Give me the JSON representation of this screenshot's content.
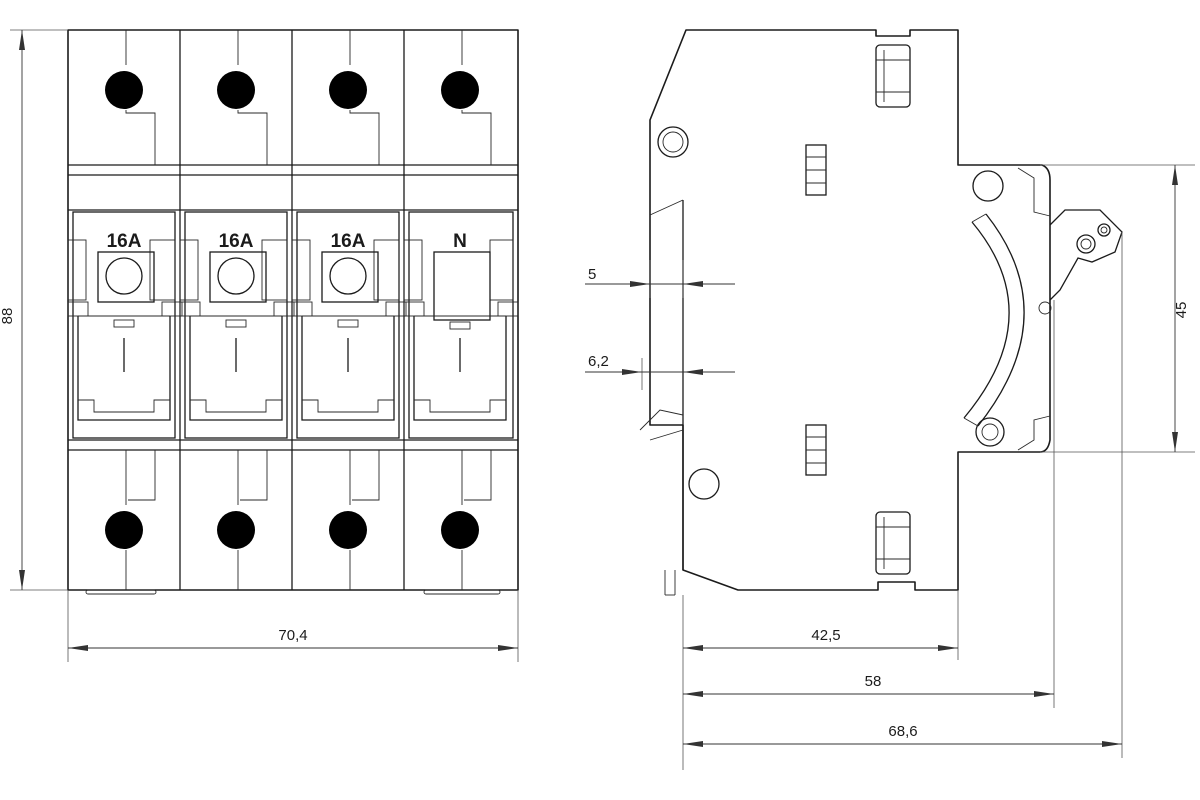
{
  "front_view": {
    "poles": [
      {
        "rating": "16A"
      },
      {
        "rating": "16A"
      },
      {
        "rating": "16A"
      },
      {
        "rating": "N"
      }
    ],
    "dimensions": {
      "height": "88",
      "width": "70,4"
    }
  },
  "side_view": {
    "dimensions": {
      "clip_offset": "5",
      "clip_depth": "6,2",
      "body_depth": "42,5",
      "toggle_depth": "58",
      "total_depth": "68,6",
      "front_height": "45"
    }
  }
}
